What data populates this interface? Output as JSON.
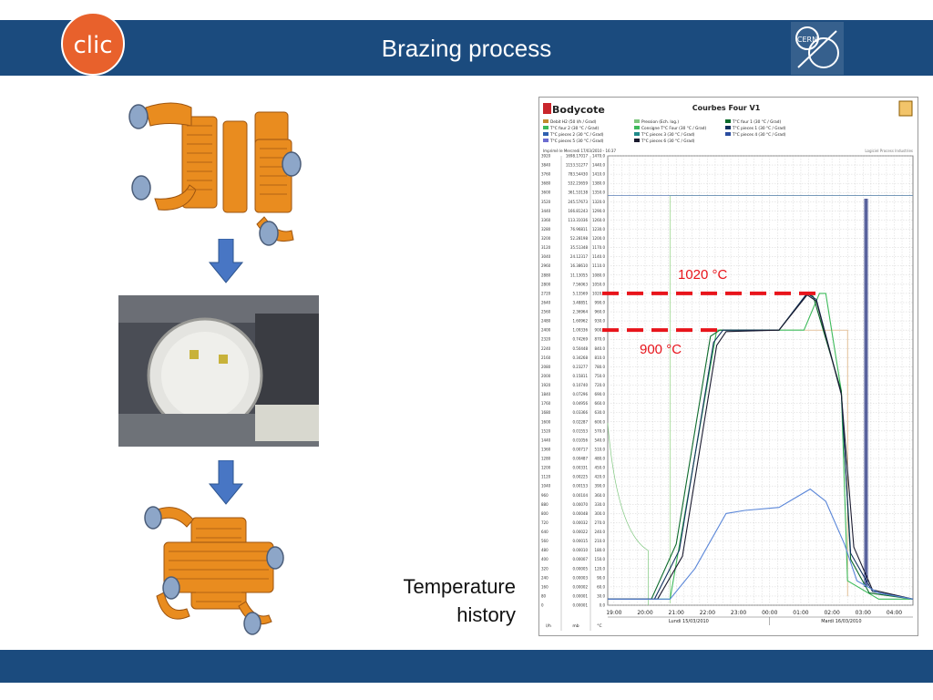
{
  "slide": {
    "title": "Brazing process",
    "caption_line1": "Temperature",
    "caption_line2": "history"
  },
  "logos": {
    "left": "clic-logo",
    "left_text": "clic",
    "right": "cern-logo",
    "right_text": "CERN"
  },
  "colors": {
    "bar": "#1b4b7e",
    "accent_red": "#e8141b",
    "orange_part": "#e98c1f",
    "arrow_blue": "#4876c4"
  },
  "chart": {
    "brand": "Bodycote",
    "header": "Courbes  Four V1",
    "legend": [
      "Debit H2 (50 l/h / Grad)",
      "T°C four 2 (30 °C / Grad)",
      "T°C pieces 2 (30 °C / Grad)",
      "T°C pieces 5 (30 °C / Grad)",
      "Pression (Ech. log.)",
      "Consigne T°C Four (30 °C / Grad)",
      "T°C pieces 3 (30 °C / Grad)",
      "T°C pieces 6 (30 °C / Grad)",
      "T°C four 1 (30 °C / Grad)",
      "T°C pieces 1 (30 °C / Grad)",
      "T°C pieces 4 (30 °C / Grad)"
    ],
    "printed_note": "Imprimé le Mercredi 17/03/2010 - 16:37",
    "company_note": "Logiciel Process Industries",
    "annotation_high": "1020 °C",
    "annotation_low": "900 °C",
    "x_ticks": [
      "19:00",
      "20:00",
      "21:00",
      "22:00",
      "23:00",
      "00:00",
      "01:00",
      "02:00",
      "03:00",
      "04:00"
    ],
    "date_left": "Lundi 15/03/2010",
    "date_right": "Mardi 16/03/2010",
    "unit_flow": "l/h",
    "unit_pressure": "mb",
    "unit_temp": "°C"
  },
  "chart_data": {
    "type": "line",
    "title": "Courbes  Four V1",
    "xlabel": "",
    "ylabel": "°C",
    "x": [
      "19:00",
      "20:00",
      "21:00",
      "22:00",
      "23:00",
      "00:00",
      "01:00",
      "02:00",
      "03:00",
      "04:00"
    ],
    "ylim": [
      0,
      1470
    ],
    "y_ticks": [
      0,
      30,
      60,
      90,
      120,
      150,
      180,
      210,
      240,
      270,
      300,
      330,
      360,
      390,
      420,
      450,
      480,
      510,
      540,
      570,
      600,
      630,
      660,
      690,
      720,
      750,
      780,
      810,
      840,
      870,
      900,
      930,
      960,
      990,
      1020,
      1050,
      1080,
      1110,
      1140,
      1170,
      1200,
      1230,
      1260,
      1290,
      1320,
      1350,
      1380,
      1410,
      1440,
      1470
    ],
    "y_ticks_flow": [
      0,
      80,
      160,
      240,
      320,
      400,
      480,
      560,
      640,
      720,
      800,
      880,
      960,
      1040,
      1120,
      1200,
      1280,
      1360,
      1440,
      1520,
      1600,
      1680,
      1760,
      1840,
      1920,
      2000,
      2080,
      2160,
      2240,
      2320,
      2400,
      2480,
      2560,
      2640,
      2720,
      2800,
      2880,
      2960,
      3040,
      3120,
      3200,
      3280,
      3360,
      3440,
      3520,
      3600,
      3680,
      3760,
      3840,
      3920
    ],
    "y_ticks_pressure": [
      "0.00001",
      "0.00001",
      "0.00002",
      "0.00003",
      "0.00005",
      "0.00007",
      "0.00010",
      "0.00015",
      "0.00022",
      "0.00032",
      "0.00048",
      "0.00070",
      "0.00104",
      "0.00153",
      "0.00225",
      "0.00331",
      "0.00487",
      "0.00717",
      "0.01056",
      "0.01553",
      "0.02287",
      "0.03366",
      "0.04956",
      "0.07296",
      "0.10740",
      "0.15811",
      "0.23277",
      "0.34268",
      "0.50448",
      "0.74269",
      "1.09336",
      "1.60962",
      "2.36964",
      "3.48851",
      "5.13569",
      "7.56063",
      "11.13055",
      "16.38610",
      "24.12317",
      "35.51348",
      "52.28198",
      "76.96811",
      "113.31036",
      "166.81243",
      "245.57673",
      "361.53138",
      "532.23659",
      "783.54430",
      "1153.51277",
      "1698.17017"
    ],
    "series": [
      {
        "name": "Consigne T°C Four (30 °C / Grad)",
        "color": "#3dba5a",
        "points": [
          [
            18.8,
            20
          ],
          [
            20.8,
            20
          ],
          [
            22.3,
            900
          ],
          [
            24.2,
            900
          ],
          [
            25.1,
            900
          ],
          [
            25.6,
            1020
          ],
          [
            25.8,
            1020
          ],
          [
            26.3,
            700
          ],
          [
            26.5,
            80
          ],
          [
            27.5,
            20
          ],
          [
            28.6,
            20
          ]
        ]
      },
      {
        "name": "T°C four 1 (30 °C / Grad)",
        "color": "#0d6b2c",
        "points": [
          [
            18.8,
            20
          ],
          [
            20.2,
            20
          ],
          [
            21.0,
            200
          ],
          [
            22.1,
            880
          ],
          [
            22.4,
            900
          ],
          [
            24.3,
            900
          ],
          [
            25.2,
            1020
          ],
          [
            25.4,
            1010
          ],
          [
            26.3,
            700
          ],
          [
            26.6,
            150
          ],
          [
            27.2,
            40
          ],
          [
            28.6,
            20
          ]
        ]
      },
      {
        "name": "T°C pieces 1 (30 °C / Grad)",
        "color": "#12305e",
        "points": [
          [
            18.8,
            20
          ],
          [
            20.3,
            20
          ],
          [
            21.1,
            180
          ],
          [
            22.2,
            860
          ],
          [
            22.5,
            900
          ],
          [
            24.3,
            900
          ],
          [
            25.2,
            1020
          ],
          [
            25.5,
            1000
          ],
          [
            26.3,
            690
          ],
          [
            26.6,
            170
          ],
          [
            27.3,
            45
          ],
          [
            28.6,
            20
          ]
        ]
      },
      {
        "name": "T°C pieces 5 (30 °C / Grad)",
        "color": "#1a1a2e",
        "points": [
          [
            18.8,
            20
          ],
          [
            20.4,
            20
          ],
          [
            21.2,
            160
          ],
          [
            22.3,
            850
          ],
          [
            22.6,
            895
          ],
          [
            24.3,
            900
          ],
          [
            25.2,
            1015
          ],
          [
            25.5,
            995
          ],
          [
            26.3,
            690
          ],
          [
            26.7,
            190
          ],
          [
            27.3,
            50
          ],
          [
            28.6,
            20
          ]
        ]
      },
      {
        "name": "T°C pieces 2 (30 °C / Grad)",
        "color": "#5a86d8",
        "points": [
          [
            18.8,
            20
          ],
          [
            20.8,
            20
          ],
          [
            21.6,
            120
          ],
          [
            22.6,
            300
          ],
          [
            23.2,
            310
          ],
          [
            24.3,
            320
          ],
          [
            25.3,
            380
          ],
          [
            25.8,
            340
          ],
          [
            26.4,
            200
          ],
          [
            26.8,
            80
          ],
          [
            27.5,
            40
          ],
          [
            28.6,
            20
          ]
        ]
      }
    ]
  }
}
